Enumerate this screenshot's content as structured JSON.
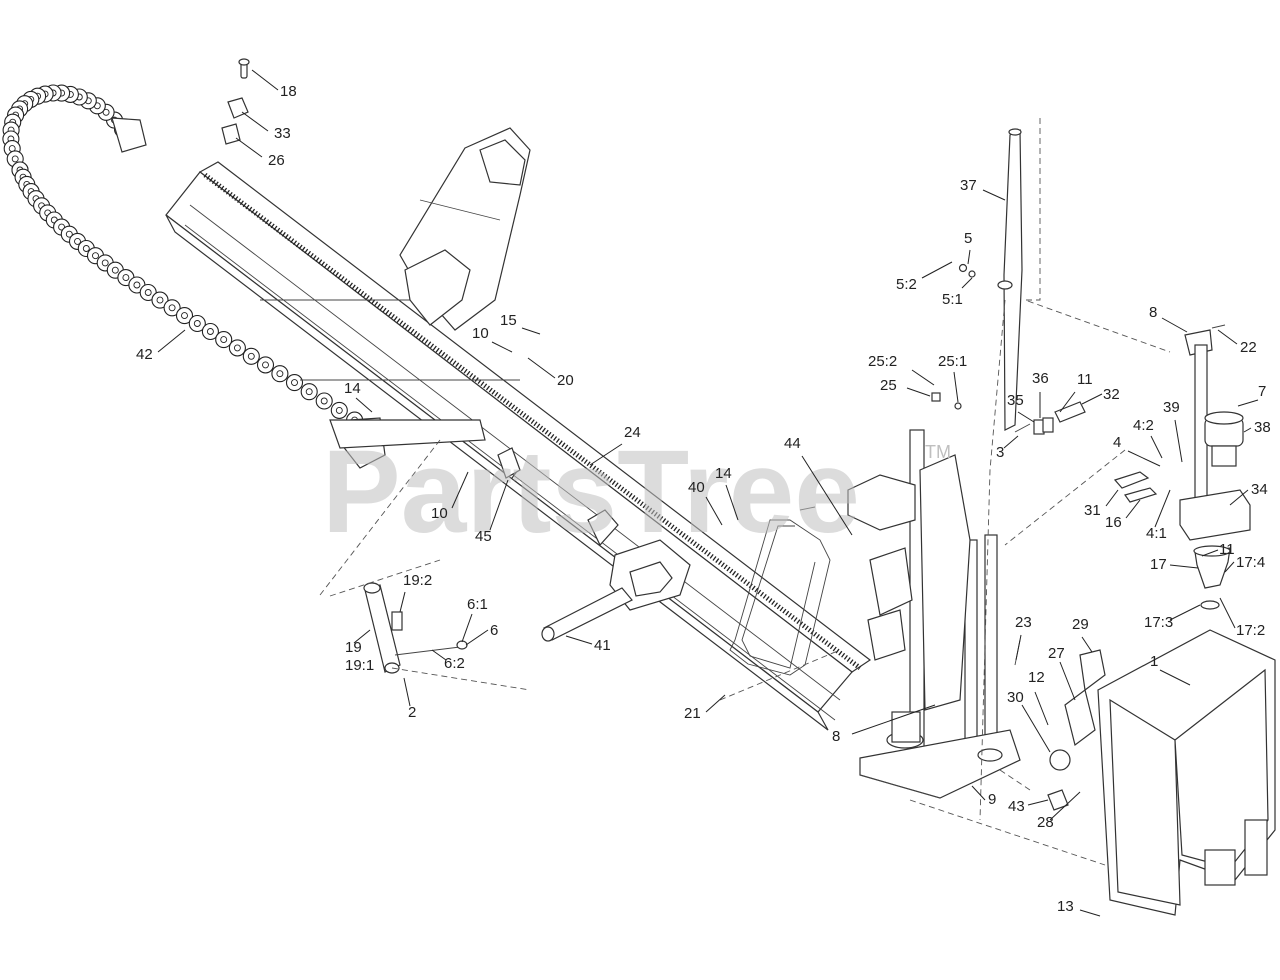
{
  "watermark": {
    "text": "PartsTree",
    "tm": "TM"
  },
  "callouts": [
    {
      "text": "18"
    },
    {
      "text": "33"
    },
    {
      "text": "26"
    },
    {
      "text": "42"
    },
    {
      "text": "14"
    },
    {
      "text": "10"
    },
    {
      "text": "15"
    },
    {
      "text": "10"
    },
    {
      "text": "20"
    },
    {
      "text": "45"
    },
    {
      "text": "24"
    },
    {
      "text": "40"
    },
    {
      "text": "14"
    },
    {
      "text": "44"
    },
    {
      "text": "41"
    },
    {
      "text": "21"
    },
    {
      "text": "19:2"
    },
    {
      "text": "6:1"
    },
    {
      "text": "6"
    },
    {
      "text": "19"
    },
    {
      "text": "19:1"
    },
    {
      "text": "6:2"
    },
    {
      "text": "2"
    },
    {
      "text": "37"
    },
    {
      "text": "5"
    },
    {
      "text": "5:2"
    },
    {
      "text": "5:1"
    },
    {
      "text": "25:2"
    },
    {
      "text": "25:1"
    },
    {
      "text": "25"
    },
    {
      "text": "36"
    },
    {
      "text": "11"
    },
    {
      "text": "35"
    },
    {
      "text": "32"
    },
    {
      "text": "3"
    },
    {
      "text": "8"
    },
    {
      "text": "22"
    },
    {
      "text": "7"
    },
    {
      "text": "39"
    },
    {
      "text": "4:2"
    },
    {
      "text": "38"
    },
    {
      "text": "4"
    },
    {
      "text": "31"
    },
    {
      "text": "16"
    },
    {
      "text": "4:1"
    },
    {
      "text": "34"
    },
    {
      "text": "11"
    },
    {
      "text": "17"
    },
    {
      "text": "17:4"
    },
    {
      "text": "17:3"
    },
    {
      "text": "17:2"
    },
    {
      "text": "1"
    },
    {
      "text": "23"
    },
    {
      "text": "29"
    },
    {
      "text": "27"
    },
    {
      "text": "12"
    },
    {
      "text": "30"
    },
    {
      "text": "8"
    },
    {
      "text": "9"
    },
    {
      "text": "43"
    },
    {
      "text": "28"
    },
    {
      "text": "13"
    }
  ]
}
